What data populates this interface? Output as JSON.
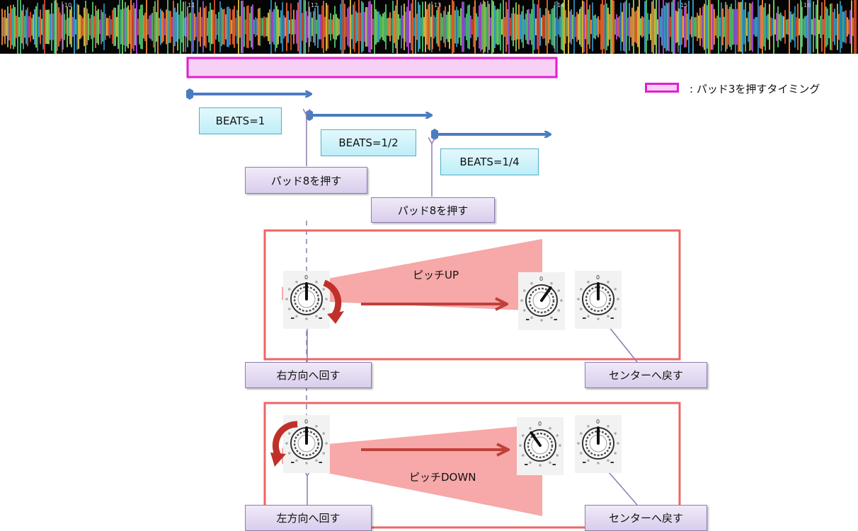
{
  "beats": {
    "one": "BEATS=1",
    "half": "BEATS=1/2",
    "quarter": "BEATS=1/4"
  },
  "actions": {
    "press_pad8_first": "パッド8を押す",
    "press_pad8_second": "パッド8を押す",
    "turn_right": "右方向へ回す",
    "return_center_up": "センターへ戻す",
    "turn_left": "左方向へ回す",
    "return_center_down": "センターへ戻す"
  },
  "pitch": {
    "up": "ピッチUP",
    "down": "ピッチDOWN"
  },
  "legend": {
    "text": ": パッド3を押すタイミング"
  },
  "waveform": {
    "bar_numbers": [
      "10",
      "11",
      "12",
      "13",
      "14",
      "15",
      "16"
    ]
  },
  "knob": {
    "top_mark": "0"
  },
  "colors": {
    "beat_arrow": "#4a7cc0",
    "pad3_highlight": "#e21cd2",
    "pitch_frame": "#ee6666",
    "pitch_arrow": "#c0403a",
    "wedge": "#f7a8a8"
  }
}
